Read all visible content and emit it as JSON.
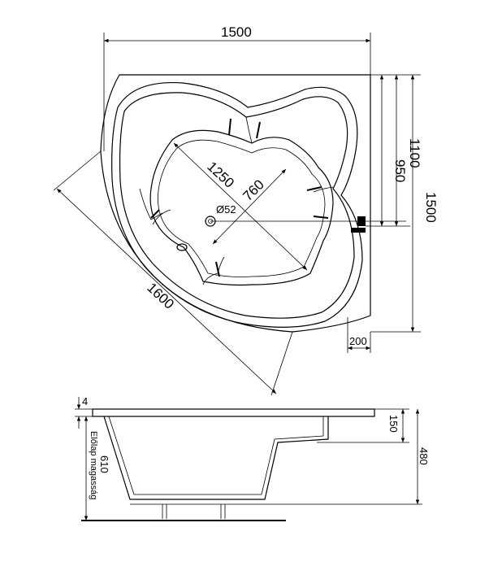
{
  "top_view": {
    "width_top": "1500",
    "depth_950": "950",
    "depth_1100": "1100",
    "depth_1500": "1500",
    "diagonal_1600": "1600",
    "inner_1250": "1250",
    "inner_760": "760",
    "drain": "Ø52",
    "offset_200": "200"
  },
  "side_view": {
    "rim_4": "4",
    "seat_150": "150",
    "depth_480": "480",
    "front_610": "610",
    "front_label": "Előlap magasság"
  }
}
